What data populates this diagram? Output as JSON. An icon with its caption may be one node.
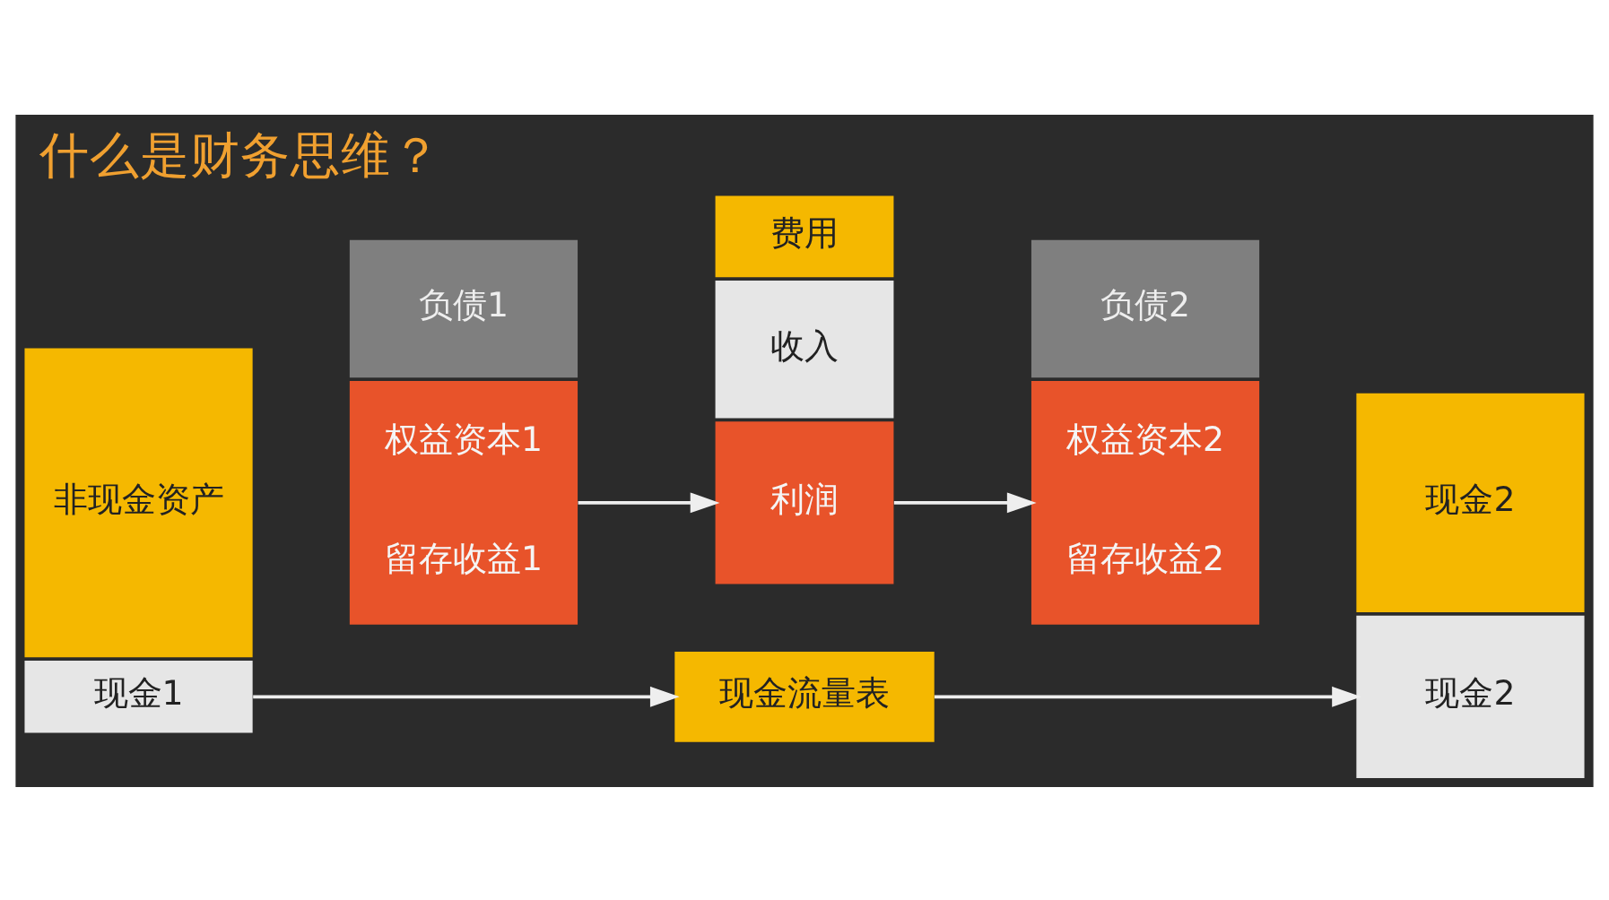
{
  "diagram": {
    "title": "什么是财务思维？",
    "nodes": [
      {
        "text": [
          "现金流量表"
        ]
      },
      {
        "text": [
          "现金1"
        ]
      },
      {
        "text": [
          "非现金资产"
        ]
      },
      {
        "text": [
          "负债1"
        ]
      },
      {
        "text": [
          "权益资本1",
          "留存收益1"
        ]
      },
      {
        "text": [
          "收入"
        ]
      },
      {
        "text": [
          "费用"
        ]
      },
      {
        "text": [
          "利润"
        ]
      },
      {
        "text": [
          "负债2"
        ]
      },
      {
        "text": [
          "权益资本2",
          "留存收益2"
        ]
      },
      {
        "text": [
          "现金2"
        ]
      },
      {
        "text": [
          "现金2"
        ]
      }
    ],
    "edges": [
      {
        "from": 1,
        "to": 0,
        "arrow": "to"
      },
      {
        "from": 0,
        "to": 10,
        "arrow": "to"
      },
      {
        "from": 4,
        "to": 7,
        "arrow": "to"
      },
      {
        "from": 7,
        "to": 9,
        "arrow": "to"
      }
    ]
  }
}
